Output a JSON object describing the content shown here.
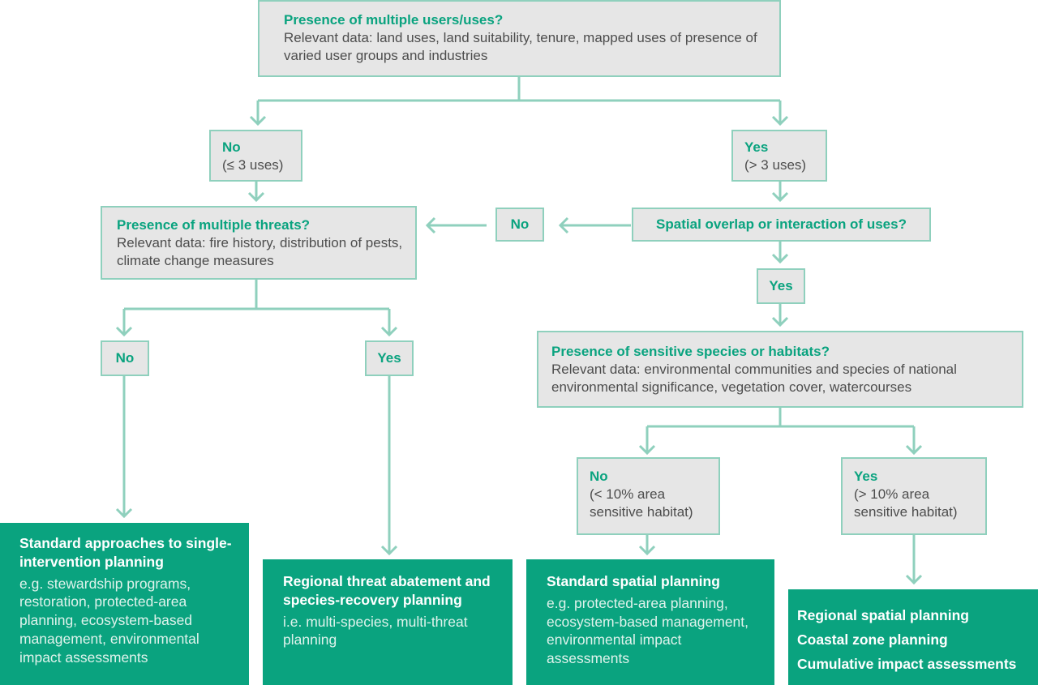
{
  "colors": {
    "accent": "#0aa37f",
    "connector": "#8fd0bd",
    "decision_fill": "#e6e6e6",
    "text": "#4d4d4d"
  },
  "q_users": {
    "title": "Presence of multiple users/uses?",
    "detail": "Relevant data: land uses, land suitability, tenure, mapped uses of presence of varied user groups and industries"
  },
  "no_uses": {
    "label": "No",
    "detail": "(≤ 3 uses)"
  },
  "yes_uses": {
    "label": "Yes",
    "detail": "(> 3 uses)"
  },
  "q_threats": {
    "title": "Presence of multiple threats?",
    "detail": "Relevant data: fire history, distribution of pests, climate change measures"
  },
  "no_overlap_label": "No",
  "q_overlap": {
    "title": "Spatial overlap or interaction of uses?"
  },
  "yes_overlap_label": "Yes",
  "no_threats_label": "No",
  "yes_threats_label": "Yes",
  "q_species": {
    "title": "Presence of sensitive species or habitats?",
    "detail": "Relevant data: environmental communities and species of national environmental significance, vegetation cover, watercourses"
  },
  "no_habitat": {
    "label": "No",
    "detail": "(< 10% area sensitive habitat)"
  },
  "yes_habitat": {
    "label": "Yes",
    "detail": "(> 10% area sensitive habitat)"
  },
  "out_standard": {
    "title": "Standard approaches to single-intervention planning",
    "detail": "e.g. stewardship programs, restoration, protected-area planning, ecosystem-based management, environmental impact assessments"
  },
  "out_threat": {
    "title": "Regional threat abatement and species-recovery planning",
    "detail": "i.e. multi-species, multi-threat planning"
  },
  "out_spatial": {
    "title": "Standard spatial planning",
    "detail": "e.g. protected-area planning, ecosystem-based management, environmental impact assessments"
  },
  "out_regional": {
    "lines": [
      "Regional spatial planning",
      "Coastal zone planning",
      "Cumulative impact assessments"
    ]
  }
}
